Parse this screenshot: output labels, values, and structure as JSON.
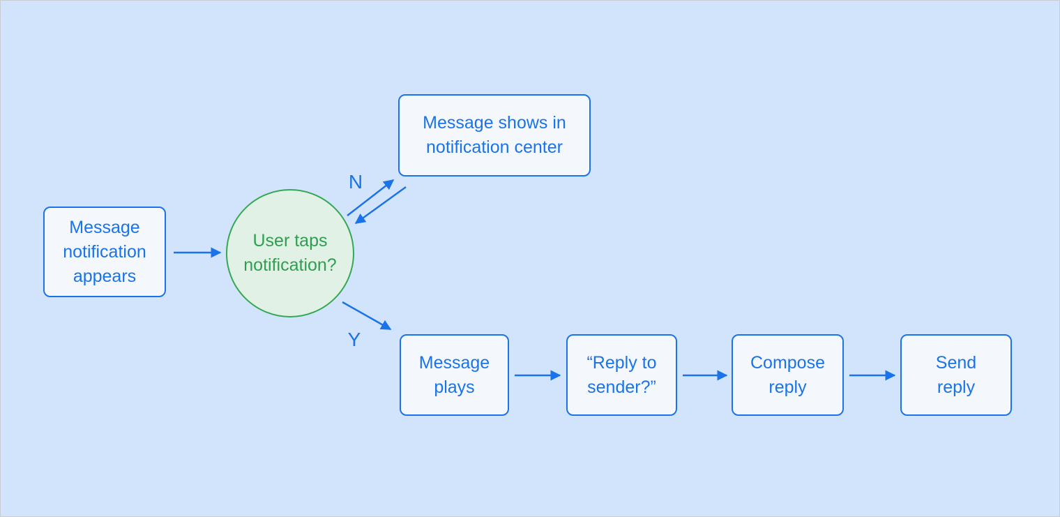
{
  "diagram": {
    "title_hint": "Message notification flowchart",
    "nodes": {
      "start": {
        "label": "Message notification appears"
      },
      "decision": {
        "label": "User taps notification?"
      },
      "notification_center": {
        "label": "Message shows in notification center"
      },
      "message_plays": {
        "label": "Message plays"
      },
      "reply_to_sender": {
        "label": "“Reply to sender?”"
      },
      "compose_reply": {
        "label": "Compose reply"
      },
      "send_reply": {
        "label": "Send reply"
      }
    },
    "edge_labels": {
      "no": "N",
      "yes": "Y"
    },
    "colors": {
      "canvas_background": "#d2e3fc",
      "canvas_border": "#c9ccd0",
      "node_border": "#1a73e8",
      "node_fill": "#f4f8fc",
      "node_text": "#1a73e8",
      "decision_border": "#34a853",
      "decision_fill": "#e2f1e5",
      "decision_text": "#2e9e4f",
      "arrow": "#1a73e8"
    }
  }
}
